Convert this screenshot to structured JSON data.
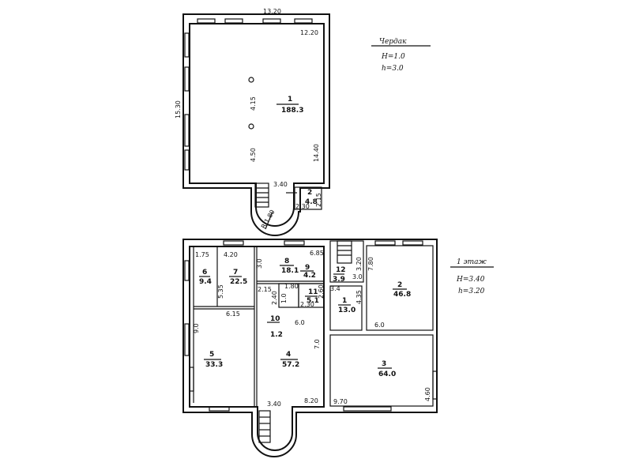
{
  "upper_floor": {
    "note": {
      "title": "Чердак",
      "H": "H=1.0",
      "h": "h=3.0"
    },
    "dims": {
      "top": "13.20",
      "inner_top": "12.20",
      "left": "15.30",
      "col1": "4.15",
      "col2": "4.50",
      "right": "14.40",
      "stair": "3.40",
      "radius": "R 1.80",
      "r2_w": "2.30",
      "r2_h": "2.15"
    },
    "rooms": [
      {
        "no": "1",
        "area": "188.3"
      },
      {
        "no": "2",
        "area": "4.8"
      }
    ]
  },
  "first_floor": {
    "note": {
      "title": "1 этаж",
      "H": "H=3.40",
      "h": "h=3.20"
    },
    "dims": {
      "d1": "1.75",
      "d2": "4.20",
      "d3": "3.0",
      "d4": "6.85",
      "d5": "5.35",
      "d6": "2.15",
      "d7": "2.40",
      "d8": "1.80",
      "d9": "1.0",
      "d10": "2.30",
      "d11": "2.60",
      "d12": "6.15",
      "d13": "9.0",
      "d14": "6.0",
      "d15": "7.0",
      "d16": "3.40",
      "d17": "8.20",
      "d18": "3.20",
      "d19": "3.4",
      "d20": "3.0",
      "d21": "7.80",
      "d22": "4.35",
      "d23": "6.0",
      "d24": "9.70",
      "d25": "4.60"
    },
    "rooms": [
      {
        "no": "1",
        "area": "13.0"
      },
      {
        "no": "2",
        "area": "46.8"
      },
      {
        "no": "3",
        "area": "64.0"
      },
      {
        "no": "4",
        "area": "57.2"
      },
      {
        "no": "5",
        "area": "33.3"
      },
      {
        "no": "6",
        "area": "9.4"
      },
      {
        "no": "7",
        "area": "22.5"
      },
      {
        "no": "8",
        "area": "18.1"
      },
      {
        "no": "9",
        "area": "4.2"
      },
      {
        "no": "10",
        "area": "1.2"
      },
      {
        "no": "11",
        "area": "5.1"
      },
      {
        "no": "12",
        "area": "3.9"
      }
    ]
  }
}
